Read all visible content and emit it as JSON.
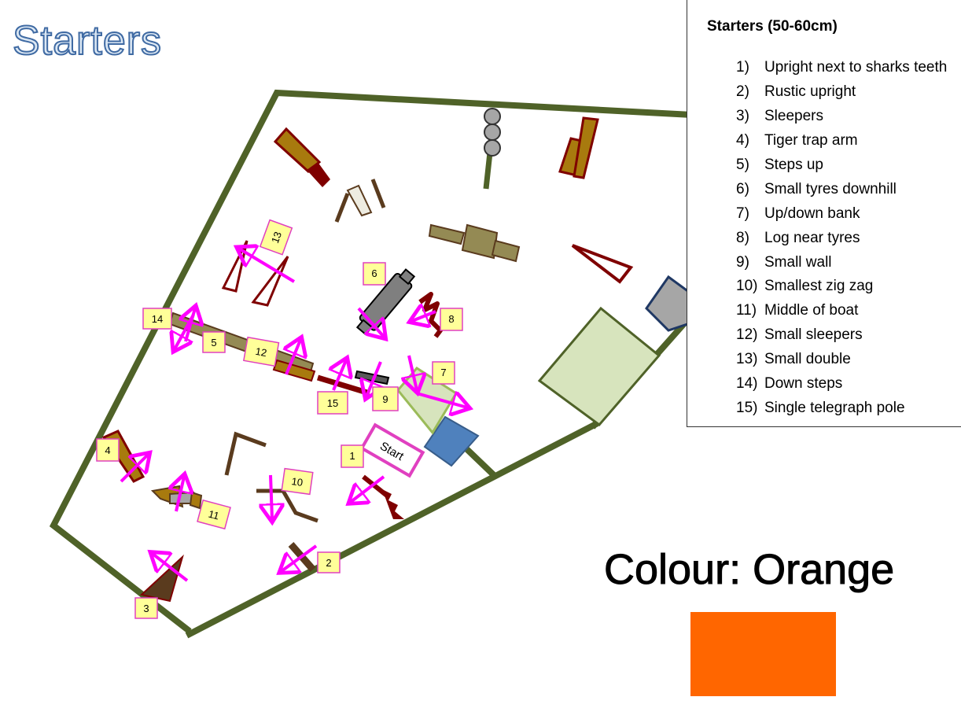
{
  "page_title": "Starters",
  "legend": {
    "title": "Starters (50-60cm)",
    "items": [
      {
        "num": "1)",
        "label": "Upright next to sharks teeth"
      },
      {
        "num": "2)",
        "label": "Rustic upright"
      },
      {
        "num": "3)",
        "label": "Sleepers"
      },
      {
        "num": "4)",
        "label": "Tiger trap arm"
      },
      {
        "num": "5)",
        "label": "Steps up"
      },
      {
        "num": "6)",
        "label": "Small tyres downhill"
      },
      {
        "num": "7)",
        "label": "Up/down bank"
      },
      {
        "num": "8)",
        "label": "Log near tyres"
      },
      {
        "num": "9)",
        "label": "Small wall"
      },
      {
        "num": "10)",
        "label": "Smallest zig zag"
      },
      {
        "num": "11)",
        "label": "Middle of boat"
      },
      {
        "num": "12)",
        "label": "Small sleepers"
      },
      {
        "num": "13)",
        "label": "Small double"
      },
      {
        "num": "14)",
        "label": "Down steps"
      },
      {
        "num": "15)",
        "label": "Single telegraph pole"
      }
    ]
  },
  "colour": {
    "label": "Colour: Orange",
    "swatch": "#ff6600"
  },
  "course": {
    "start_label": "Start",
    "fence_numbers": [
      "1",
      "2",
      "3",
      "4",
      "5",
      "6",
      "7",
      "8",
      "9",
      "10",
      "11",
      "12",
      "13",
      "14",
      "15"
    ],
    "colors": {
      "boundary": "#4f6228",
      "arrow": "#ff00ff",
      "tag_fill": "#ffff99",
      "tag_border": "#e040c0",
      "obstacle_brown": "#7f0000",
      "obstacle_gold": "#a87a0e",
      "water": "#d7e4bd",
      "block": "#4f81bd"
    }
  }
}
